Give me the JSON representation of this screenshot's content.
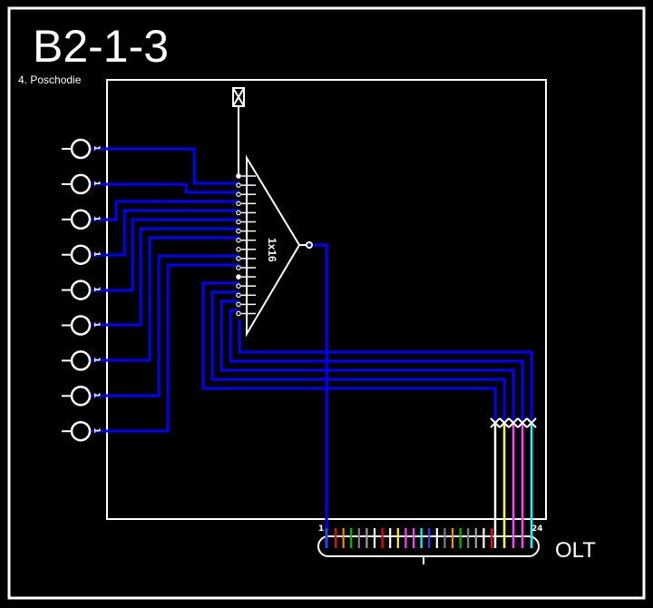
{
  "title": "B2-1-3",
  "floor": "4. Poschodie",
  "splitter": {
    "label": "1x16"
  },
  "olt": {
    "label": "OLT",
    "port_start": "1",
    "port_end": "24",
    "fiber_colors": [
      "#ff0000",
      "#ff8800",
      "#00c000",
      "#808080",
      "#a0a0a0",
      "#ffffff",
      "#ff0000",
      "#ffffff",
      "#ffff00",
      "#ff40ff",
      "#ff40ff",
      "#00ffff",
      "#3040ff",
      "#ffffff",
      "#808080",
      "#ff8800",
      "#00c000",
      "#808080",
      "#a0a0a0",
      "#ffffff",
      "#ff0000"
    ],
    "active_colors": [
      "#ffffff",
      "#ffff00",
      "#ff40ff",
      "#ff40ff",
      "#00ffff"
    ]
  },
  "outlets": {
    "count": 9,
    "port_label": "1"
  },
  "colors": {
    "wire": "#0000ff",
    "line": "#ffffff",
    "background": "#000000"
  }
}
